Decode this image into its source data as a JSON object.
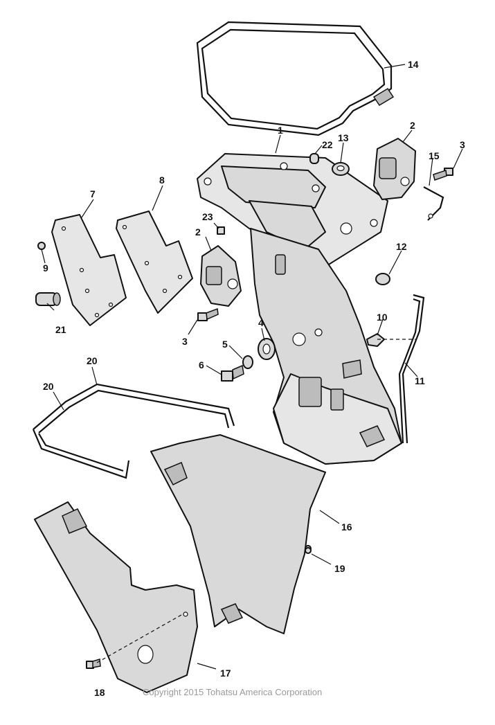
{
  "copyright": "Copyright 2015 Tohatsu America Corporation",
  "callouts": {
    "p1": "1",
    "p2a": "2",
    "p2b": "2",
    "p3a": "3",
    "p3b": "3",
    "p4": "4",
    "p5": "5",
    "p6": "6",
    "p7": "7",
    "p8": "8",
    "p9": "9",
    "p10": "10",
    "p11": "11",
    "p12": "12",
    "p13": "13",
    "p14": "14",
    "p15": "15",
    "p16": "16",
    "p17": "17",
    "p18": "18",
    "p19": "19",
    "p20a": "20",
    "p20b": "20",
    "p21": "21",
    "p22": "22",
    "p23": "23"
  }
}
